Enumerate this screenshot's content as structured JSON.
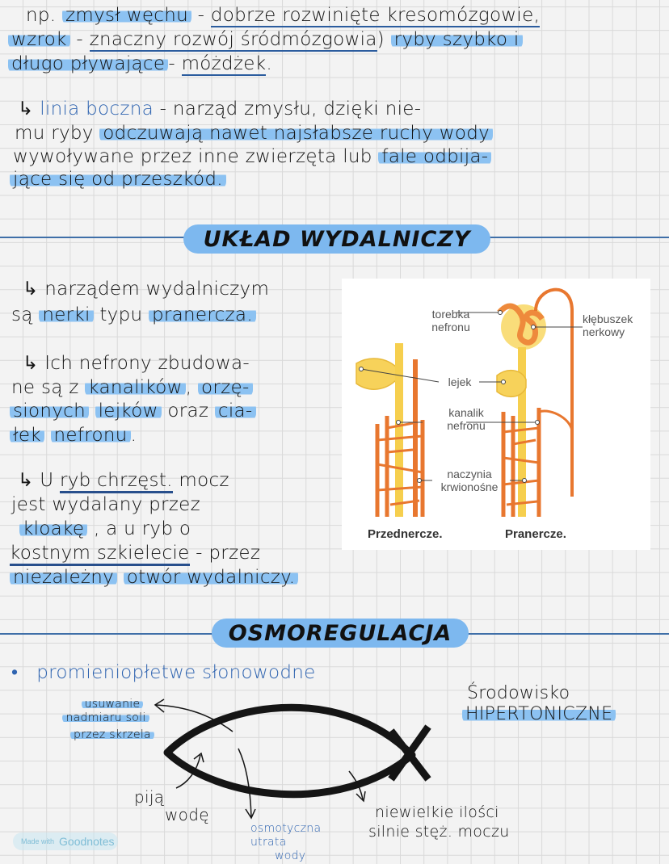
{
  "colors": {
    "paper": "#f3f3f3",
    "grid": "#d9d9d9",
    "ink": "#141414",
    "blue_ink": "#2f64b0",
    "highlight": "#8cc2f2",
    "header_pill": "#7db8ef",
    "divider": "#3f6fa8"
  },
  "intro": {
    "line1": {
      "prefix": "np.",
      "hl": "zmysł węchu",
      "dash": "-",
      "ul": "dobrze rozwinięte kresomózgowie,"
    },
    "line2": {
      "hl": "wzrok",
      "dash": "-",
      "ul": "znaczny rozwój śródmózgowia",
      "sep": ")",
      "hl2": "ryby szybko i"
    },
    "line3": {
      "hl": "długo pływające",
      "dash": "-",
      "ul": "móżdżek",
      "end": "."
    }
  },
  "linia_boczna": {
    "arrow": "↳",
    "term": "linia boczna",
    "line1_rest": "- narząd zmysłu, dzięki nie-",
    "line2_pre": "mu ryby",
    "line2_hl": "odczuwają nawet najsłabsze ruchy wody",
    "line3_pre": "wywoływane przez inne zwierzęta lub",
    "line3_hl": "fale odbija-",
    "line4_hl": "jące się od przeszkód."
  },
  "section1": {
    "title": "UKŁAD WYDALNICZY"
  },
  "excretory": {
    "p1": {
      "arrow": "↳",
      "line1": "narządem wydalniczym",
      "line2_pre": "są",
      "line2_hl1": "nerki",
      "line2_mid": "typu",
      "line2_hl2": "pranercza."
    },
    "p2": {
      "arrow": "↳",
      "line1": "Ich nefrony zbudowa-",
      "line2_pre": "ne są z",
      "line2_hl1": "kanalików",
      "line2_sep": ",",
      "line2_hl2": "orzę-",
      "line3_hl1": "sionych",
      "line3_hl2": "lejków",
      "line3_mid": "oraz",
      "line3_hl3": "cia-",
      "line4_hl1": "łek",
      "line4_hl2": "nefronu",
      "line4_end": "."
    },
    "p3": {
      "arrow": "↳",
      "line1_pre": "U",
      "line1_ul": "ryb chrzęst.",
      "line1_post": "mocz",
      "line2": "jest wydalany przez",
      "line3_hl": "kloakę",
      "line3_post": ", a u ryb o",
      "line4_ul": "kostnym szkielecie",
      "line4_post": "- przez",
      "line5_hl1": "niezależny",
      "line5_hl2": "otwór wydalniczy."
    }
  },
  "figure": {
    "labels": {
      "torebka": [
        "torebka",
        "nefronu"
      ],
      "klebuszek": [
        "kłębuszek",
        "nerkowy"
      ],
      "lejek": "lejek",
      "kanalik": [
        "kanalik",
        "nefronu"
      ],
      "naczynia": [
        "naczynia",
        "krwionośne"
      ]
    },
    "captions": {
      "left": "Przednercze.",
      "right": "Pranercze."
    }
  },
  "section2": {
    "title": "OSMOREGULACJA"
  },
  "osmo": {
    "bullet": "•",
    "heading": "promieniopłetwe słonowodne",
    "env_line1": "Środowisko",
    "env_line2": "HIPERTONICZNE",
    "salt": [
      "usuwanie",
      "nadmiaru soli",
      "przez skrzela"
    ],
    "drink": [
      "piją",
      "wodę"
    ],
    "loss": [
      "osmotyczna",
      "utrata",
      "wody"
    ],
    "urine": [
      "niewielkie ilości",
      "silnie stęż. moczu"
    ]
  },
  "watermark": {
    "made_with": "Made with",
    "brand": "Goodnotes"
  }
}
